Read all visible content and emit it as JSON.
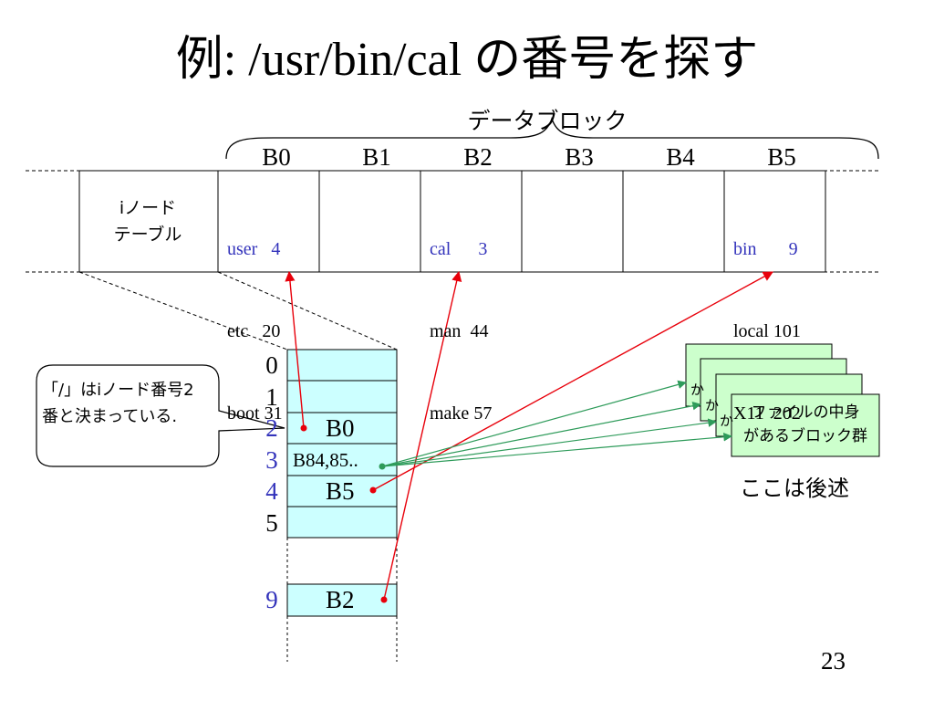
{
  "title": "例: /usr/bin/cal の番号を探す",
  "data_block_label": "データブロック",
  "inode_table_label_line1": "iノード",
  "inode_table_label_line2": "テーブル",
  "blocks": [
    "B0",
    "B1",
    "B2",
    "B3",
    "B4",
    "B5"
  ],
  "b0_entries": [
    {
      "name": "user",
      "num": "4"
    },
    {
      "name": "etc",
      "num": "20"
    },
    {
      "name": "boot",
      "num": "31"
    }
  ],
  "b2_entries": [
    {
      "name": "cal",
      "num": "3"
    },
    {
      "name": "man",
      "num": "44"
    },
    {
      "name": "make",
      "num": "57"
    }
  ],
  "b5_entries": [
    {
      "name": "bin",
      "num": "9"
    },
    {
      "name": "local",
      "num": "101"
    },
    {
      "name": "X11",
      "num": "202"
    }
  ],
  "inode_indices": [
    "0",
    "1",
    "2",
    "3",
    "4",
    "5",
    "9"
  ],
  "inode_values": {
    "i2": "B0",
    "i3": "B84,85..",
    "i4": "B5",
    "i9": "B2"
  },
  "callout": "「/」はiノード番号2番と決まっている.",
  "file_blocks_label_line1": "ファイルの中身",
  "file_blocks_label_line2": "があるブロック群",
  "later_note": "ここは後述",
  "page_number": "23",
  "colors": {
    "highlight_blue": "#3333bb",
    "inode_fill": "#ccffff",
    "file_block_fill": "#ccffcc",
    "arrow_red": "#e8000b",
    "arrow_green": "#2e9b5a"
  }
}
